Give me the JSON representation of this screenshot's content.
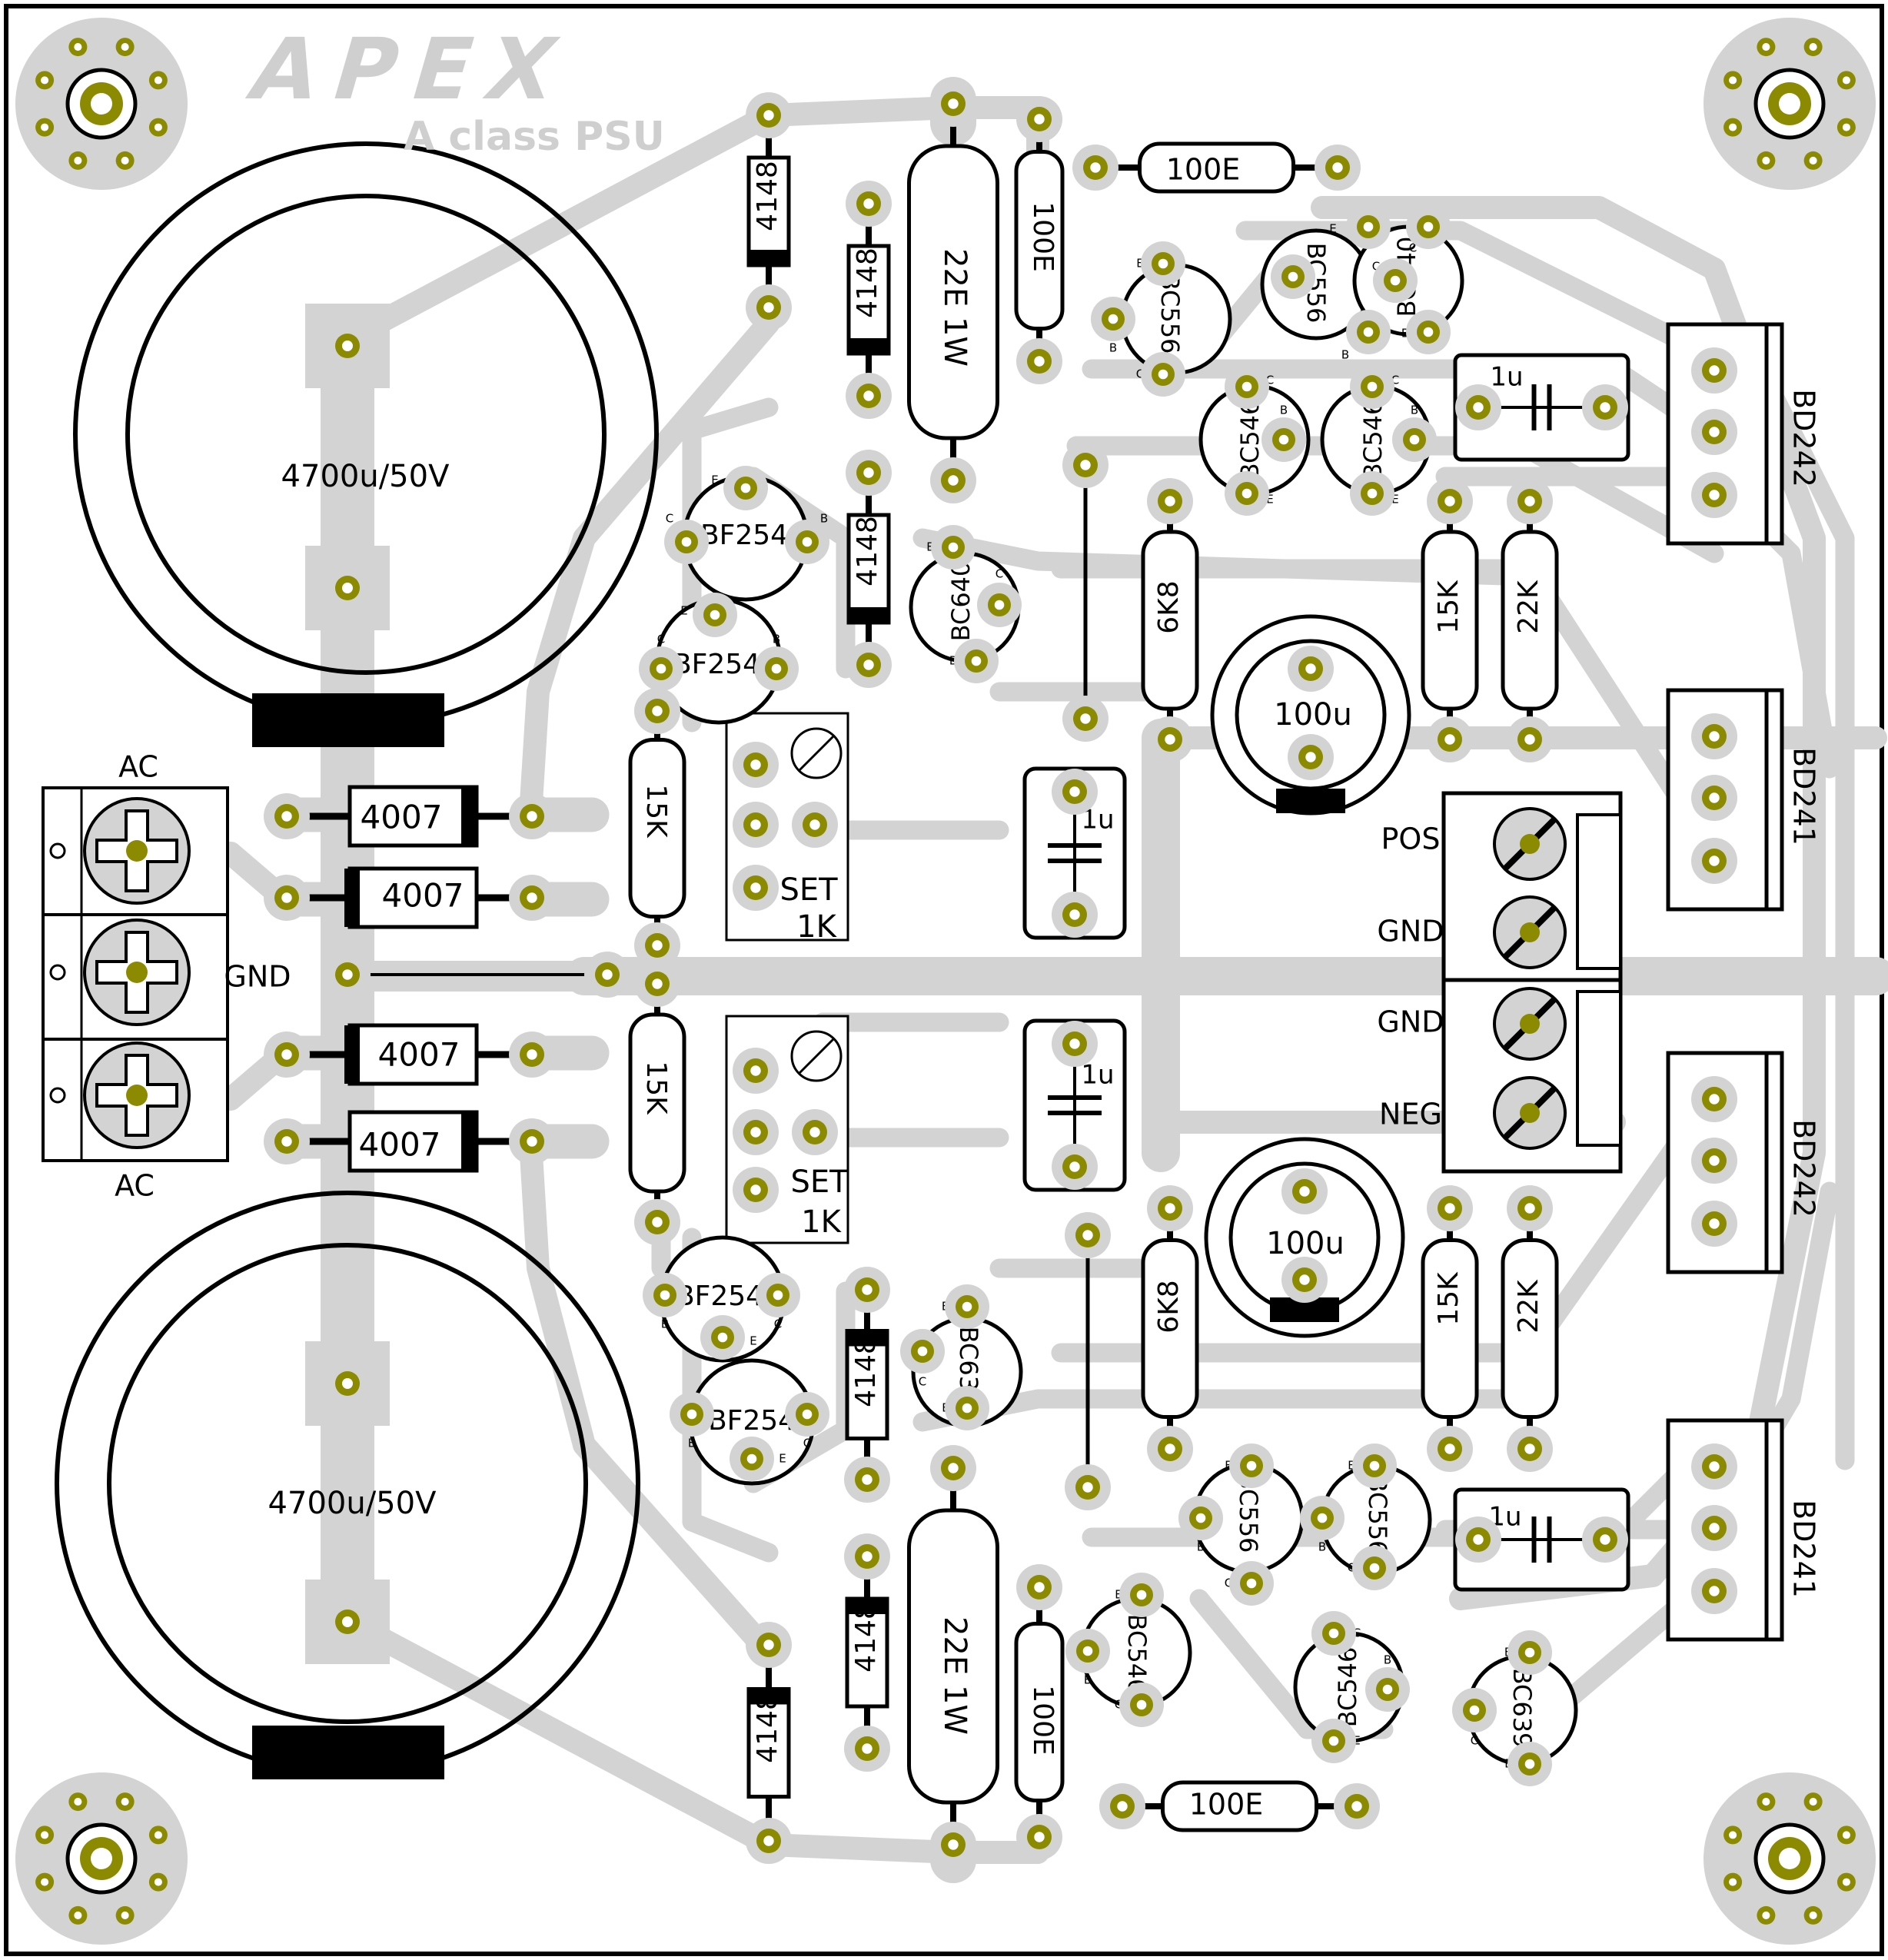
{
  "brand": {
    "logo": "APEX",
    "subtitle": "A class PSU"
  },
  "filter_caps": {
    "top": "4700u/50V",
    "bottom": "4700u/50V"
  },
  "terminal_ac": {
    "label_top": "AC",
    "label_gnd": "GND",
    "label_bottom": "AC"
  },
  "diodes_4007": [
    "4007",
    "4007",
    "4007",
    "4007"
  ],
  "diodes_4148": [
    "4148",
    "4148",
    "4148",
    "4148",
    "4148",
    "4148"
  ],
  "power_resistors": [
    "22E 1W",
    "22E 1W"
  ],
  "resistors_100e": [
    "100E",
    "100E",
    "100E",
    "100E"
  ],
  "resistors_15k": [
    "15K",
    "15K",
    "15K",
    "15K"
  ],
  "resistors_6k8": [
    "6K8",
    "6K8"
  ],
  "resistors_22k": [
    "22K",
    "22K"
  ],
  "trimpots": [
    {
      "line1": "SET",
      "line2": "1K"
    },
    {
      "line1": "SET",
      "line2": "1K"
    }
  ],
  "film_caps": [
    "1u",
    "1u",
    "1u",
    "1u"
  ],
  "electrolytics_100u": [
    "100u",
    "100u"
  ],
  "jfets": [
    "BF254",
    "BF254",
    "BF254",
    "BF254"
  ],
  "transistors": {
    "bc556": [
      "BC556",
      "BC556",
      "BC556",
      "BC556"
    ],
    "bc640": [
      "BC640",
      "BC640"
    ],
    "bc546": [
      "BC546",
      "BC546",
      "BC546",
      "BC546"
    ],
    "bc639": [
      "BC639",
      "BC639"
    ]
  },
  "pin_letters": {
    "e": "E",
    "b": "B",
    "c": "C"
  },
  "power_transistors": [
    "BD242",
    "BD241",
    "BD242",
    "BD241"
  ],
  "output_terminal": {
    "pos": "POS",
    "gnd1": "GND",
    "gnd2": "GND",
    "neg": "NEG"
  },
  "colors": {
    "trace": "#d3d3d3",
    "pad": "#8b8a00",
    "silkscreen": "#000000",
    "board": "#ffffff"
  }
}
